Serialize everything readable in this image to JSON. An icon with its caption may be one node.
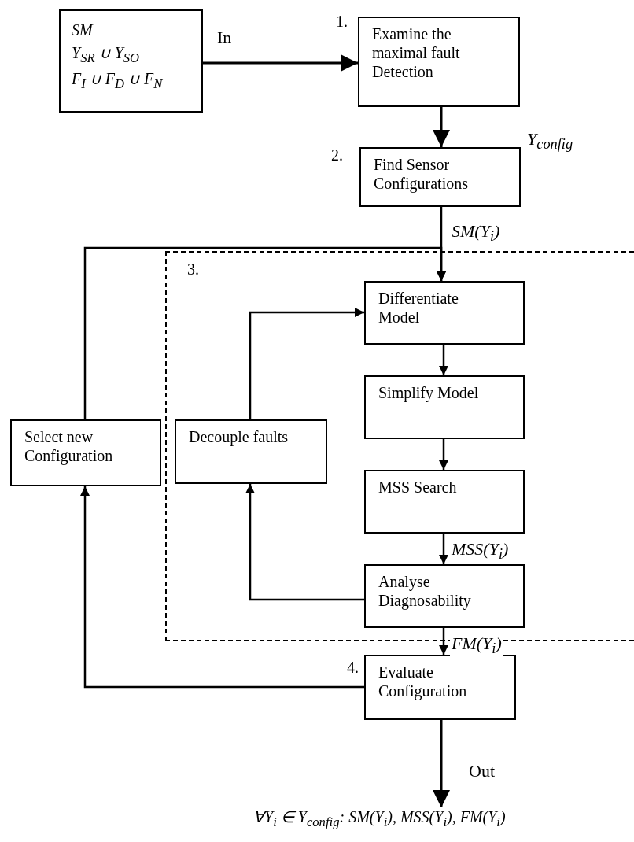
{
  "diagram": {
    "nodes": [
      {
        "text": [
          "SM",
          "Y$_{SR}$ ∪ Y$_{SO}$",
          "F$_{I}$ ∪ F$_{D}$ ∪ F$_{N}$"
        ]
      },
      {
        "text": [
          "Examine the maximal fault Detection"
        ],
        "beside": [
          "1."
        ]
      },
      {
        "text": [
          "Find Sensor Configurations"
        ],
        "beside": [
          "2."
        ]
      },
      {
        "text": [
          "3."
        ]
      },
      {
        "text": [
          "Differentiate Model"
        ],
        "in": 3
      },
      {
        "text": [
          "Simplify Model"
        ],
        "in": 3
      },
      {
        "text": [
          "MSS Search"
        ],
        "in": 3
      },
      {
        "text": [
          "Analyse Diagnosability"
        ],
        "in": 3
      },
      {
        "text": [
          "Decouple faults"
        ],
        "in": 3
      },
      {
        "text": [
          "Select new Configuration"
        ]
      },
      {
        "text": [
          "Evaluate Configuration"
        ],
        "beside": [
          "4."
        ]
      },
      {
        "text": [
          "∀Y$_{i}$ ∈ Y$_{config}$: SM(Y$_{i}$), MSS(Y$_{i}$), FM(Y$_{i}$)"
        ]
      }
    ],
    "edges": [
      {
        "from": 0,
        "to": 1,
        "arrow": "to",
        "label": "In"
      },
      {
        "from": 1,
        "to": 2,
        "arrow": "to",
        "label": "Y$_{config}$"
      },
      {
        "from": 2,
        "to": 4,
        "arrow": "to",
        "label": "SM(Y$_{i}$)"
      },
      {
        "from": 9,
        "to": 4,
        "arrow": "to"
      },
      {
        "from": 4,
        "to": 5,
        "arrow": "to"
      },
      {
        "from": 5,
        "to": 6,
        "arrow": "to"
      },
      {
        "from": 6,
        "to": 7,
        "arrow": "to",
        "label": "MSS(Y$_{i}$)"
      },
      {
        "from": 7,
        "to": 8,
        "arrow": "to"
      },
      {
        "from": 8,
        "to": 4,
        "arrow": "to"
      },
      {
        "from": 7,
        "to": 10,
        "arrow": "to",
        "label": "FM(Y$_{i}$)"
      },
      {
        "from": 10,
        "to": 9,
        "arrow": "to"
      },
      {
        "from": 10,
        "to": 11,
        "arrow": "to",
        "label": "Out"
      }
    ]
  }
}
